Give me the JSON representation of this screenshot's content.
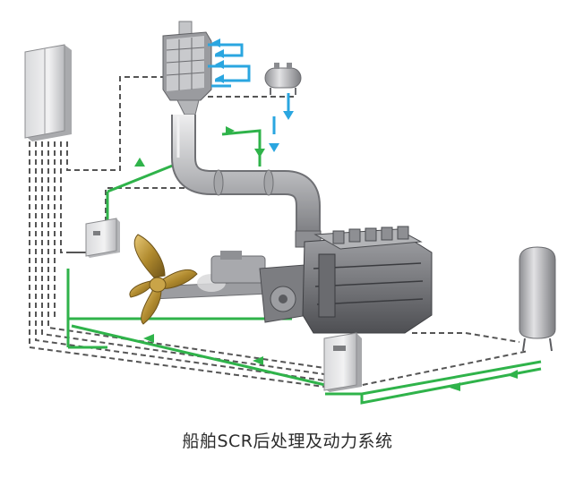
{
  "caption": "船舶SCR后处理及动力系统",
  "colors": {
    "background": "#ffffff",
    "green_line": "#2fb34a",
    "blue_flow": "#2aa6e0",
    "dashed_line": "#555555",
    "propeller": "#b08a2e"
  },
  "components": [
    {
      "name": "control-cabinet",
      "icon": "tall-cabinet"
    },
    {
      "name": "scr-reactor",
      "icon": "scr-reactor-box"
    },
    {
      "name": "urea-tank",
      "icon": "horizontal-tank"
    },
    {
      "name": "exhaust-pipe",
      "icon": "curved-pipe"
    },
    {
      "name": "control-box",
      "icon": "wall-box"
    },
    {
      "name": "propeller",
      "icon": "ship-propeller"
    },
    {
      "name": "engine",
      "icon": "diesel-engine"
    },
    {
      "name": "electrical-cabinet",
      "icon": "floor-cabinet"
    },
    {
      "name": "pressure-tank",
      "icon": "vertical-tank"
    }
  ]
}
